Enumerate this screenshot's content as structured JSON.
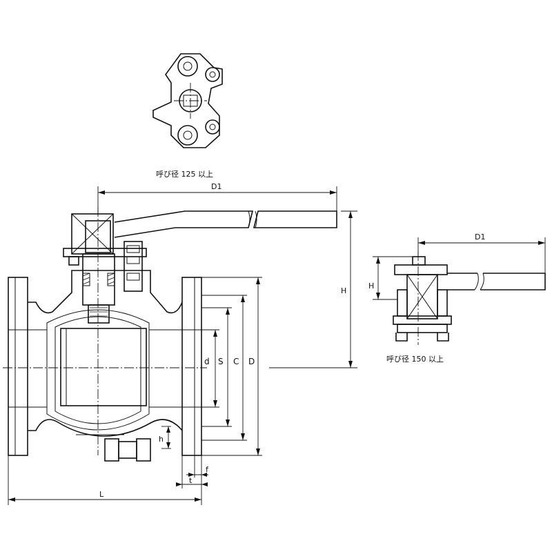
{
  "labels": {
    "top_view_caption": "呼び径 125 以上",
    "side_view_caption": "呼び径 150 以上",
    "d1_main": "D1",
    "d1_side": "D1",
    "h_main": "H",
    "h_side": "H",
    "d": "d",
    "s": "S",
    "c": "C",
    "D": "D",
    "h_small": "h",
    "t": "t",
    "f": "f",
    "L": "L"
  }
}
